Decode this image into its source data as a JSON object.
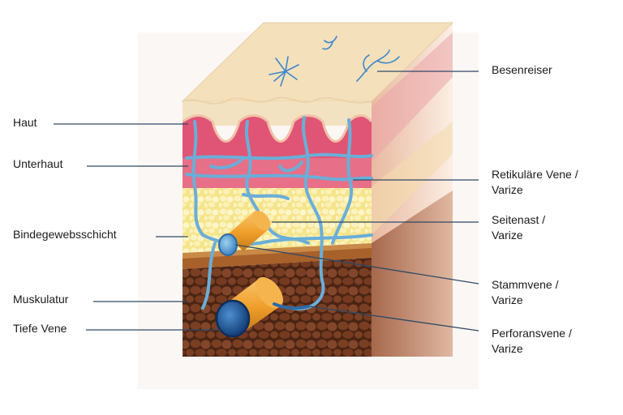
{
  "labels": {
    "left": {
      "haut": "Haut",
      "unterhaut": "Unterhaut",
      "bindegewebsschicht": "Bindegewebsschicht",
      "muskulatur": "Muskulatur",
      "tiefe_vene": "Tiefe Vene"
    },
    "right": {
      "besenreiser": "Besenreiser",
      "retikulaere_1": "Retikuläre Vene /",
      "retikulaere_2": "Varize",
      "seitenast_1": "Seitenast /",
      "seitenast_2": "Varize",
      "stammvene_1": "Stammvene /",
      "stammvene_2": "Varize",
      "perforansvene_1": "Perforansvene /",
      "perforansvene_2": "Varize"
    }
  },
  "colors": {
    "leader_line": "#2f4a66",
    "skin_top": "#f5e0bc",
    "skin_side": "#f3e4c6",
    "dermis_pink": "#e05575",
    "subcutis_yellow": "#f7ec9e",
    "fascia_brown": "#a8612a",
    "muscle_dark": "#5e2f1c",
    "vein_blue": "#6aaed8",
    "vein_orange": "#f2a23a",
    "deep_vein_blue": "#1f5fa8"
  }
}
